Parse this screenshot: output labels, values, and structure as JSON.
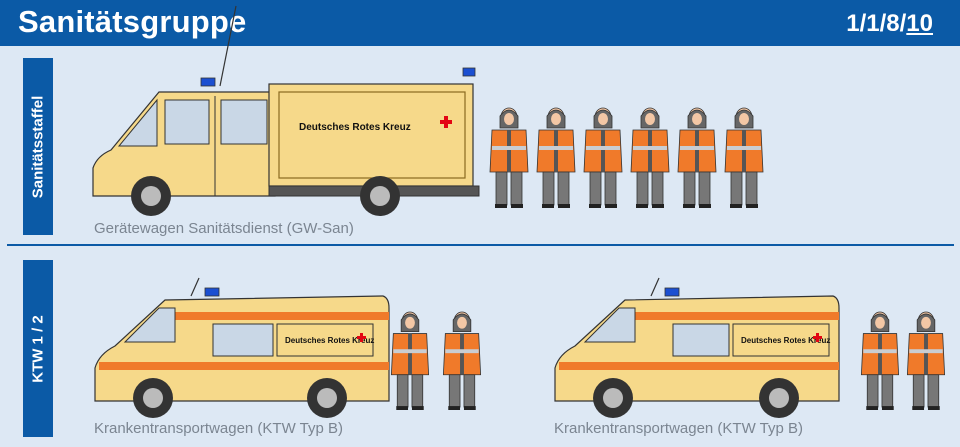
{
  "header": {
    "title": "Sanitätsgruppe",
    "code_prefix": "1/1/8/",
    "code_underlined": "10"
  },
  "sections": [
    {
      "label": "Sanitätsstaffel",
      "caption": "Gerätewagen Sanitätsdienst (GW-San)"
    },
    {
      "label": "KTW 1 / 2",
      "caption_left": "Krankentransportwagen (KTW Typ B)",
      "caption_right": "Krankentransportwagen (KTW Typ B)"
    }
  ],
  "vehicles": {
    "gw_box_text": "Deutsches Rotes Kreuz",
    "ktw_text": "Deutsches Rotes Kreuz"
  },
  "colors": {
    "header_blue": "#0b5aa6",
    "background": "#dde8f4",
    "vehicle_yellow": "#f6d98a",
    "uniform_orange": "#f07a2a",
    "drk_red": "#e30613"
  }
}
